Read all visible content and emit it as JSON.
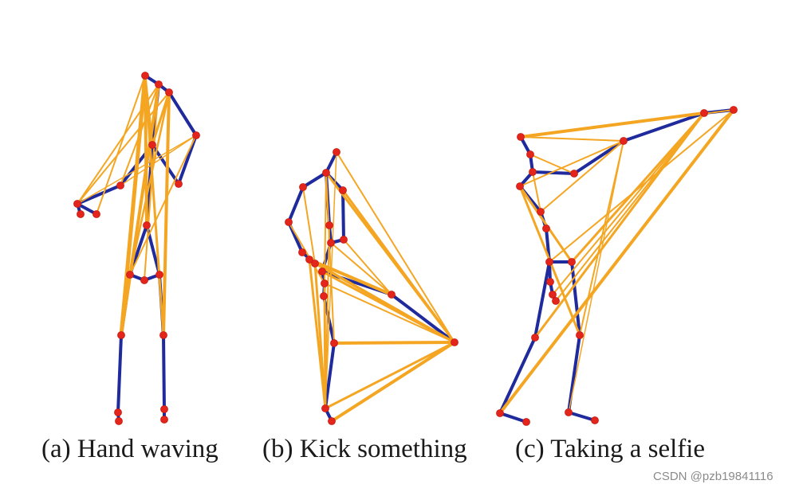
{
  "colors": {
    "bone": "#1f2a9c",
    "relation": "#f4a623",
    "joint": "#e3251b"
  },
  "panels": [
    {
      "id": "a",
      "caption": "(a) Hand waving"
    },
    {
      "id": "b",
      "caption": "(b) Kick something"
    },
    {
      "id": "c",
      "caption": "(c) Taking a selfie"
    }
  ],
  "watermark": "CSDN @pzb19841116"
}
